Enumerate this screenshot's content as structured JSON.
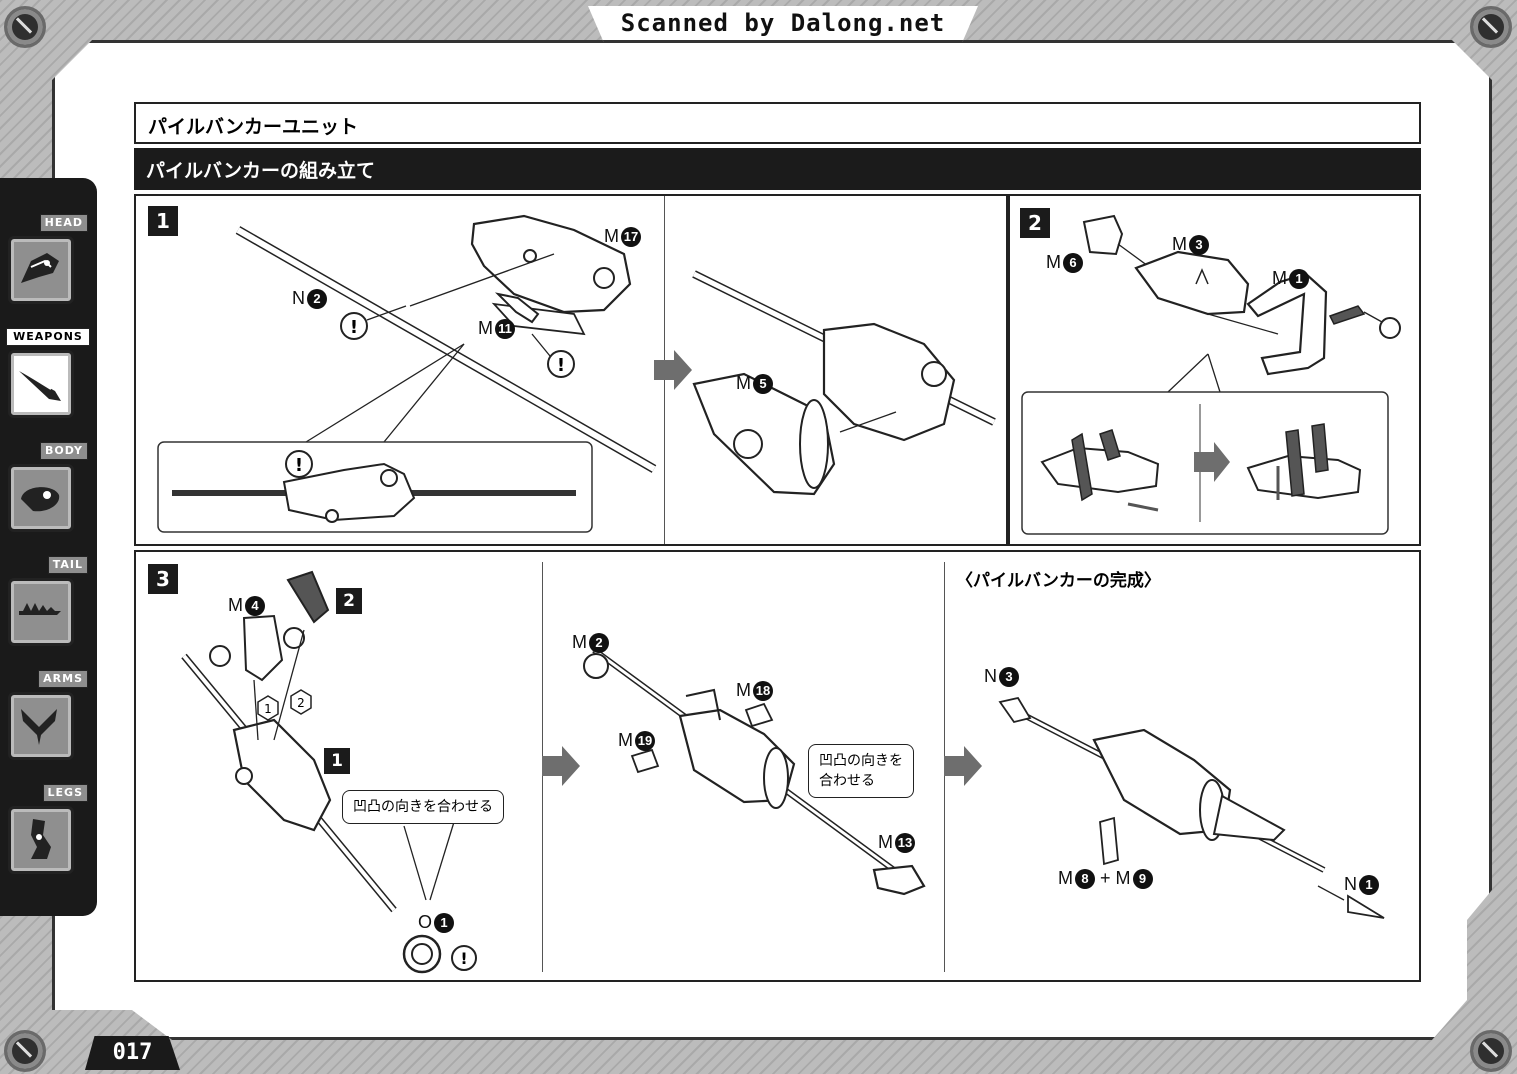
{
  "watermark": "Scanned by Dalong.net",
  "sidebar": {
    "tabs": [
      {
        "label": "HEAD",
        "icon": "head-icon"
      },
      {
        "label": "WEAPONS",
        "icon": "weapons-icon",
        "active": true
      },
      {
        "label": "BODY",
        "icon": "body-icon"
      },
      {
        "label": "TAIL",
        "icon": "tail-icon"
      },
      {
        "label": "ARMS",
        "icon": "arms-icon"
      },
      {
        "label": "LEGS",
        "icon": "legs-icon"
      }
    ]
  },
  "page_number": "017",
  "section_title": "パイルバンカーユニット",
  "subsection_title": "パイルバンカーの組み立て",
  "steps": {
    "s1": {
      "number": "1",
      "parts": {
        "n2": "N",
        "n2n": "2",
        "m17": "M",
        "m17n": "17",
        "m11": "M",
        "m11n": "11",
        "m5": "M",
        "m5n": "5"
      }
    },
    "s2": {
      "number": "2",
      "parts": {
        "m6": "M",
        "m6n": "6",
        "m3": "M",
        "m3n": "3",
        "m1": "M",
        "m1n": "1"
      }
    },
    "s3": {
      "number": "3",
      "parts": {
        "m4": "M",
        "m4n": "4",
        "ref2": "2",
        "ref1": "1",
        "o1": "O",
        "o1n": "1",
        "step1a": "①",
        "step2a": "②",
        "m2": "M",
        "m2n": "2",
        "m18": "M",
        "m18n": "18",
        "m19": "M",
        "m19n": "19",
        "m13": "M",
        "m13n": "13"
      },
      "bubble1": "凹凸の向きを合わせる",
      "bubble2_line1": "凹凸の向きを",
      "bubble2_line2": "合わせる"
    },
    "complete": {
      "title": "〈パイルバンカーの完成〉",
      "parts": {
        "n3": "N",
        "n3n": "3",
        "m8": "M",
        "m8n": "8",
        "plus": "+",
        "m9": "M",
        "m9n": "9",
        "n1": "N",
        "n1n": "1"
      }
    }
  },
  "colors": {
    "dark": "#1b1b1b",
    "panel_bg": "#ffffff",
    "frame": "#b9b9b9",
    "accent_gray": "#7a7a7a"
  }
}
